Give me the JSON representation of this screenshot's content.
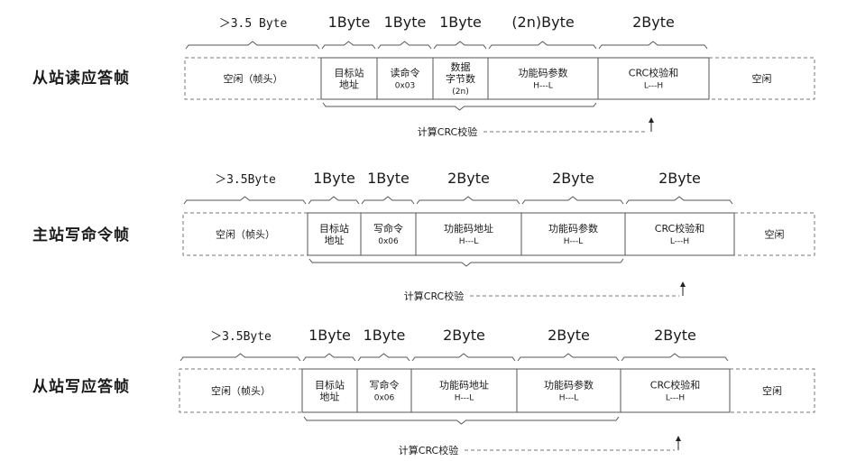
{
  "frames": [
    {
      "title": "从站读应答帧",
      "sizes": [
        "＞3.5 Byte",
        "1Byte",
        "1Byte",
        "1Byte",
        "(2n)Byte",
        "2Byte"
      ],
      "cells": [
        {
          "lines": [
            "空闲（帧头）"
          ]
        },
        {
          "lines": [
            "目标站",
            "地址"
          ]
        },
        {
          "lines": [
            "读命令",
            "0x03"
          ]
        },
        {
          "lines": [
            "数据",
            "字节数",
            "(2n)"
          ]
        },
        {
          "lines": [
            "功能码参数",
            "H---L"
          ]
        },
        {
          "lines": [
            "CRC校验和",
            "L---H"
          ]
        },
        {
          "lines": [
            "空闲"
          ]
        }
      ],
      "crc_label": "计算CRC校验"
    },
    {
      "title": "主站写命令帧",
      "sizes": [
        "＞3.5Byte",
        "1Byte",
        "1Byte",
        "2Byte",
        "2Byte",
        "2Byte"
      ],
      "cells": [
        {
          "lines": [
            "空闲（帧头）"
          ]
        },
        {
          "lines": [
            "目标站",
            "地址"
          ]
        },
        {
          "lines": [
            "写命令",
            "0x06"
          ]
        },
        {
          "lines": [
            "功能码地址",
            "H---L"
          ]
        },
        {
          "lines": [
            "功能码参数",
            "H---L"
          ]
        },
        {
          "lines": [
            "CRC校验和",
            "L---H"
          ]
        },
        {
          "lines": [
            "空闲"
          ]
        }
      ],
      "crc_label": "计算CRC校验"
    },
    {
      "title": "从站写应答帧",
      "sizes": [
        "＞3.5Byte",
        "1Byte",
        "1Byte",
        "2Byte",
        "2Byte",
        "2Byte"
      ],
      "cells": [
        {
          "lines": [
            "空闲（帧头）"
          ]
        },
        {
          "lines": [
            "目标站",
            "地址"
          ]
        },
        {
          "lines": [
            "写命令",
            "0x06"
          ]
        },
        {
          "lines": [
            "功能码地址",
            "H---L"
          ]
        },
        {
          "lines": [
            "功能码参数",
            "H---L"
          ]
        },
        {
          "lines": [
            "CRC校验和",
            "L---H"
          ]
        },
        {
          "lines": [
            "空闲"
          ]
        }
      ],
      "crc_label": "计算CRC校验"
    }
  ]
}
